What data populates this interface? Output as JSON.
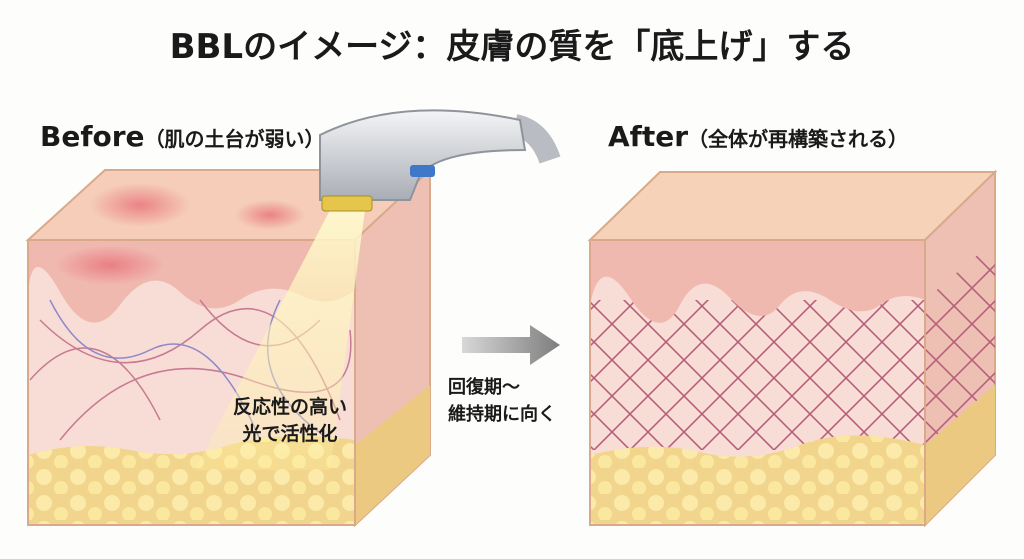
{
  "title": "BBLのイメージ：皮膚の質を「底上げ」する",
  "before": {
    "label": "Before",
    "note": "（肌の土台が弱い）",
    "callout_line1": "反応性の高い",
    "callout_line2": "光で活性化"
  },
  "after": {
    "label": "After",
    "note": "（全体が再構築される）"
  },
  "transition": {
    "line1": "回復期〜",
    "line2": "維持期に向く"
  },
  "colors": {
    "epidermis": "#f0b9b0",
    "dermis": "#f8ddd6",
    "fat": "#f2d58c",
    "top": "#f5cdb8",
    "arrow": "#8a8a8a",
    "light": "#fff6a8"
  }
}
